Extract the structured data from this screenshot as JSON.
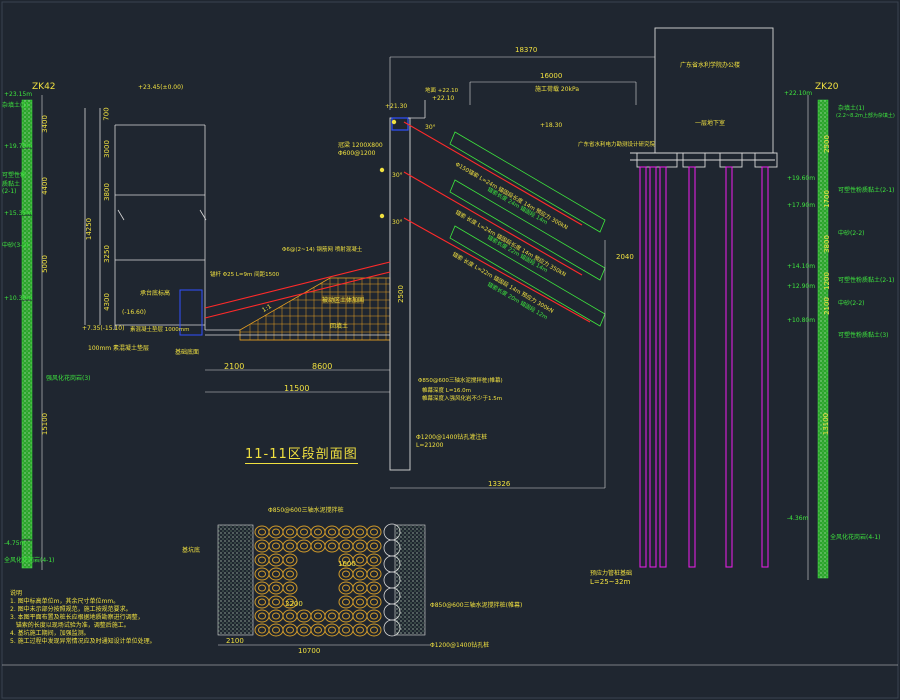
{
  "colors": {
    "background": "#1f2630",
    "line_white": "#d8d8d8",
    "green_label": "#3ee63e",
    "yellow": "#f0e040",
    "red": "#ff2a2a",
    "magenta": "#e020e0",
    "cyan": "#30e0e0",
    "blue": "#3050ff",
    "orange_grid": "#e8a020",
    "pile_gold": "#d09a2a"
  },
  "title": "11-11区段剖面图",
  "left_borehole": {
    "name": "ZK42",
    "top_elev": "+23.15m",
    "layers": [
      {
        "depth": "3400",
        "label": "杂填土(1)"
      },
      {
        "depth": "4400",
        "label": "可塑性粉质黏土(2-1)"
      },
      {
        "depth": "5000",
        "label": "中砂(3-2)"
      },
      {
        "depth": "15100",
        "label": "强风化花岗岩(3)"
      }
    ],
    "elevations": [
      "+19.75m",
      "+15.35m",
      "+10.35m",
      "-4.75m"
    ],
    "bottom_label": "全风化花岗岩(4-1)"
  },
  "right_borehole": {
    "name": "ZK20",
    "top_elev": "+22.10m",
    "layers": [
      {
        "depth": "2500",
        "label": "杂填土(1)"
      },
      {
        "depth": "1700",
        "label": "可塑性粉质黏土(2-1)"
      },
      {
        "depth": "3800",
        "label": "中砂(2-2)"
      },
      {
        "depth": "1200",
        "label": "可塑性粉质黏土(2-1)"
      },
      {
        "depth": "2100",
        "label": "中砂(2-2)"
      },
      {
        "depth": "13100",
        "label": "可塑性粉质黏土(3)"
      }
    ],
    "elevations": [
      "+19.60m",
      "+17.90m",
      "+14.10m",
      "+12.90m",
      "+10.80m",
      "-4.36m"
    ],
    "bottom_label": "全风化花岗岩(4-1)",
    "note": "(2.2~8.2m上部为杂填土)"
  },
  "building": {
    "top_label": "+23.45(±0.00)",
    "heights": [
      "700",
      "3000",
      "3800",
      "3250",
      "4300"
    ],
    "total": "14250",
    "floor_label": "+7.35(-15.10)",
    "bottom_tag": "(-16.60)",
    "base_label": "100mm 素混凝土垫层",
    "base_label2": "基础底面",
    "dims_left": [
      "2100",
      "8600"
    ],
    "dim_total": "11500",
    "mark_1": "承台底标高",
    "mark_2": "素混凝土垫层 1000mm"
  },
  "retaining": {
    "top_elev": "+21.30",
    "top_elev2": "+22.10",
    "beam_label": "冠梁 1200X800",
    "beam_label2": "Φ600@1200",
    "anchor_notes": [
      "Φ150锚索 L=24m 锚固段长度 14m 预应力 300kN",
      "锚索 长度 L=24m 锚固段长度 14m 预应力 350kN",
      "锚索 长度 L=22m 锚固段 14m 预应力 300kN"
    ],
    "side_notes": [
      "锚索长度 24m 锚固段 14m",
      "锚索长度 22m 锚固段 14m",
      "锚索长度 20m 锚固段 12m"
    ],
    "soil_label": "被动区土体加固",
    "backfill": "回填土",
    "slope": "1:1",
    "grid_label": "Φ6@(2~14) 钢筋网 喷射混凝土",
    "grid_label2": "锚杆 Φ25 L=9m 间距1500",
    "pile_label": "Φ1200@1400钻孔灌注桩",
    "pile_len": "L=21200",
    "struct_label": "Φ850@600三轴水泥搅拌桩(帷幕)",
    "struct_len": "帷幕深度 L=16.0m",
    "struct_len2": "帷幕深度入强风化岩不少于1.5m",
    "dims": [
      "18370",
      "16000",
      "13326",
      "2500",
      "2040"
    ],
    "load_label": "施工荷载 20kPa",
    "angle1": "30°",
    "angle2": "30°",
    "angle3": "30°",
    "crown_elev": "+18.30"
  },
  "building_right": {
    "label": "广东省水利学院办公楼",
    "label2": "一层地下室",
    "label3": "广东省水利电力勘测设计研究院",
    "pile_label": "预应力管桩基础",
    "pile_len": "L=25~32m",
    "ground": "地面 +22.10"
  },
  "plan": {
    "label_top": "Φ850@600三轴水泥搅拌桩",
    "label_side": "基坑底",
    "label_right1": "Φ850@600三轴水泥搅拌桩(帷幕)",
    "label_right2": "Φ1200@1400钻孔桩",
    "dims": [
      "1600",
      "2200",
      "2100",
      "10700"
    ]
  },
  "notes": {
    "heading": "说明",
    "items": [
      "1. 图中标高单位m，其余尺寸单位mm。",
      "2. 图中未示部分按照规范，施工按规范要求。",
      "3. 本图平面布置及桩长应根据地质勘察进行调整，",
      "   锚索的长度以现场试验为准，调整后施工。",
      "4. 基坑施工期间，加强监测。",
      "5. 施工过程中发现异常情况应及时通知设计单位处理。"
    ]
  }
}
